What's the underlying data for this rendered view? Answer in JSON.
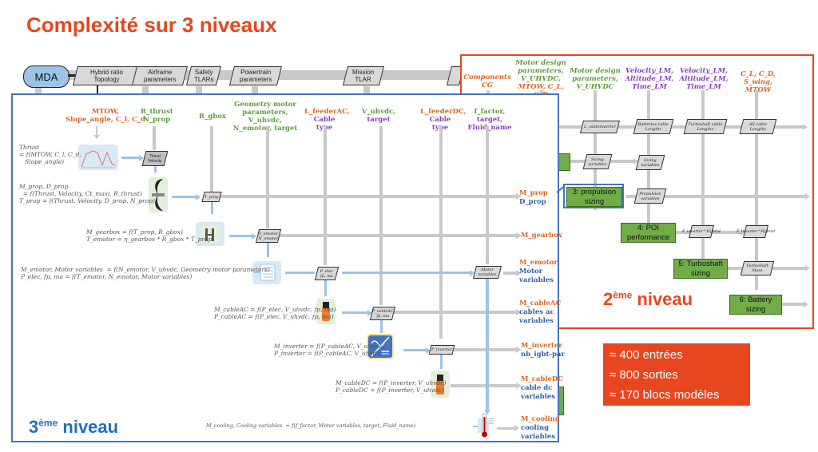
{
  "title": "Complexité sur 3 niveaux",
  "top_row": {
    "mda_label": "MDA",
    "blocks": [
      {
        "line1": "Hybrid ratio",
        "line2": "Topology"
      },
      {
        "line1": "Airframe",
        "line2": "parameters"
      },
      {
        "line1": "Safety",
        "line2": "TLARs"
      },
      {
        "line1": "Powertrain",
        "line2": "parameters"
      },
      {
        "line1": "Mission",
        "line2": "TLAR"
      }
    ]
  },
  "level2": {
    "label_base": "2",
    "label_sup": "ème",
    "label_rest": " niveau",
    "headers": [
      {
        "line1": "Components",
        "line2": "CG",
        "line3": "",
        "line4": ""
      },
      {
        "line1": "Motor design",
        "line2": "parameters,",
        "line3": "V_UHVDC,",
        "line4": "MTOW, C_L, C_D"
      },
      {
        "line1": "Motor design",
        "line2": "parameters,",
        "line3": "V_UHVDC",
        "line4": ""
      },
      {
        "line1": "Velocity_LM,",
        "line2": "Altitude_LM,",
        "line3": "Time_LM",
        "line4": ""
      },
      {
        "line1": "Velocity_LM,",
        "line2": "Altitude_LM,",
        "line3": "Time_LM",
        "line4": ""
      },
      {
        "line1": "C_L, C_D,",
        "line2": "S_wing, MTOW",
        "line3": "",
        "line4": ""
      }
    ],
    "data_blocks": [
      "L_cableinverter",
      "Batteries cable Lengths",
      "Turboshaft cable Lengths",
      "All cable Lengths",
      "Sizing variables",
      "Sizing variables",
      "Propulsion variables",
      "P_inverter^Hybrid",
      "P_inverter^Hybrid",
      "Turboshaft Mass"
    ],
    "process_blocks": [
      {
        "line1": "3: propulsion",
        "line2": "sizing"
      },
      {
        "line1": "4: POI",
        "line2": "performance"
      },
      {
        "line1": "5: Turboshaft",
        "line2": "sizing"
      },
      {
        "line1": "6: Battery",
        "line2": "sizing"
      }
    ]
  },
  "level3": {
    "label_base": "3",
    "label_sup": "ème",
    "label_rest": " niveau",
    "headers": [
      {
        "line1": "MTOW,",
        "line2": "Slope_angle, C_l, C_d"
      },
      {
        "line1": "R_thrust",
        "line2": "N_prop"
      },
      {
        "line1": "R_gbox",
        "line2": ""
      },
      {
        "line1": "Geometry motor",
        "line2": "parameters,",
        "line3": "V_uhvdc, N_emotor, target"
      },
      {
        "line1": "L_feederAC,",
        "line2": "Cable type"
      },
      {
        "line1": "V_uhvdc,",
        "line2": "target"
      },
      {
        "line1": "L_feederDC,",
        "line2": "Cable type"
      },
      {
        "line1": "f_factor,",
        "line2": "target, Fluid_name"
      }
    ],
    "data_blocks": {
      "thrust_velocity": "Thrust Velocity",
      "t_prop": "T_prop",
      "t_emotor": "T_emotor N_emotor",
      "p_elec": "P_elec fp, ma",
      "p_cableac": "P_cableAC fp, ma",
      "p_inverter": "P_inverter",
      "motor_variables": "Motor variables"
    },
    "equations": {
      "thrust": "Thrust\n= f(MTOW, C_l, C_d,\n   Slope_angle)",
      "prop": "M_prop, D_prop\n  = f(Thrust, Velocity, Ct_maxi, R_thrust)\nT_prop = f(Thrust, Velocity, D_prop, N_prop)",
      "gearbox": "M_gearbox = f(T_prop, R_gbox)\nT_emotor = η_gearbox * R_gbox * T_prop",
      "emotor": "M_emotor, Motor variables  = f(N_emotor, V_uhvdc, Geometry motor parameters)\nP_elec, fp, ma = f(T_emotor, N_emotor, Motor variables)",
      "cableac": "M_cableAC = f(P_elec, V_uhvdc, fp, ma)\nP_cableAC = f(P_elec, V_uhvdc, fp, ma)",
      "inverter": "M_inverter = f(P_cableAC, V_uhvdc)\nP_inverter = f(P_cableAC, V_uhvdc)",
      "cabledc": "M_cableDC = f(P_inverter, V_uhvdc)\nP_cableDC = f(P_inverter, V_uhvdc)",
      "cooling": "M_cooling, Cooling variables  = f(f_factor, Motor variables, target, Fluid_name)"
    },
    "outputs": [
      {
        "mass": "M_prop",
        "vars": "D_prop",
        "vars2": ""
      },
      {
        "mass": "M_gearbox",
        "vars": "",
        "vars2": ""
      },
      {
        "mass": "M_emotor",
        "vars": "Motor",
        "vars2": "variables"
      },
      {
        "mass": "M_cableAC",
        "vars": "cables ac",
        "vars2": "variables"
      },
      {
        "mass": "M_inverter",
        "vars": "nb_igbt-par",
        "vars2": ""
      },
      {
        "mass": "M_cableDC",
        "vars": "cable dc",
        "vars2": "variables"
      },
      {
        "mass": "M_cooling",
        "vars": "cooling",
        "vars2": "variables"
      }
    ]
  },
  "stats": {
    "line1": "≈ 400 entrées",
    "line2": "≈ 800 sorties",
    "line3": "≈ 170 blocs modèles"
  },
  "colors": {
    "accent_orange": "#e8461e",
    "level3_blue": "#4472c4",
    "process_green": "#70ad47"
  }
}
